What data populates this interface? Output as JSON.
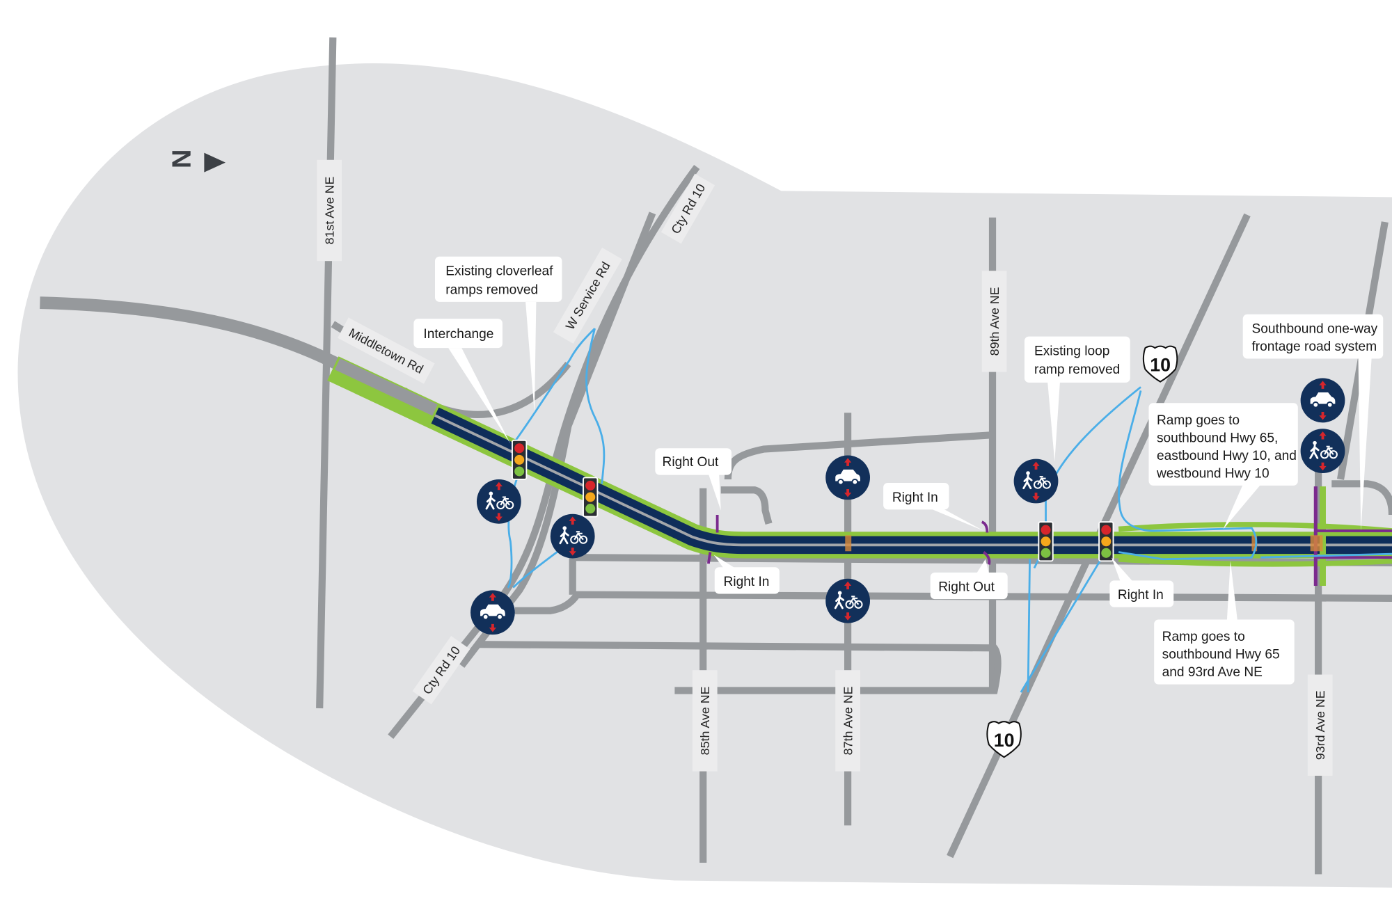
{
  "north_arrow": {
    "label": "N"
  },
  "colors": {
    "map_area": "#e1e2e4",
    "road": "#96999c",
    "freeway": "#0e2d5a",
    "bike_ped_trail": "#8dc63f",
    "ramp": "#4aaee8",
    "turn_arrow": "#7b2a8e",
    "icon_circle": "#12305a",
    "icon_arrow": "#d7262c",
    "crossing": "#d98a3a"
  },
  "road_labels": [
    "81st Ave NE",
    "Cty Rd 10",
    "W Service Rd",
    "Middletown Rd",
    "Cty Rd 10",
    "85th Ave NE",
    "87th Ave NE",
    "89th Ave NE",
    "93rd Ave NE"
  ],
  "shields": [
    "10",
    "10"
  ],
  "callouts": [
    {
      "lines": [
        "Existing cloverleaf",
        "ramps removed"
      ]
    },
    {
      "lines": [
        "Interchange"
      ]
    },
    {
      "lines": [
        "Right Out"
      ]
    },
    {
      "lines": [
        "Right In"
      ]
    },
    {
      "lines": [
        "Right In"
      ]
    },
    {
      "lines": [
        "Right Out"
      ]
    },
    {
      "lines": [
        "Existing loop",
        "ramp removed"
      ]
    },
    {
      "lines": [
        "Ramp goes to",
        "southbound Hwy 65,",
        "eastbound Hwy 10, and",
        "westbound Hwy 10"
      ]
    },
    {
      "lines": [
        "Southbound one-way",
        "frontage road system"
      ]
    },
    {
      "lines": [
        "Right In"
      ]
    },
    {
      "lines": [
        "Ramp goes to",
        "southbound Hwy 65",
        "and 93rd Ave NE"
      ]
    }
  ],
  "icons": [
    {
      "type": "pedestrian-bike-icon"
    },
    {
      "type": "pedestrian-bike-icon"
    },
    {
      "type": "car-icon"
    },
    {
      "type": "car-icon"
    },
    {
      "type": "pedestrian-bike-icon"
    },
    {
      "type": "pedestrian-bike-icon"
    },
    {
      "type": "car-icon"
    },
    {
      "type": "pedestrian-bike-icon"
    }
  ],
  "traffic_signals": 4
}
